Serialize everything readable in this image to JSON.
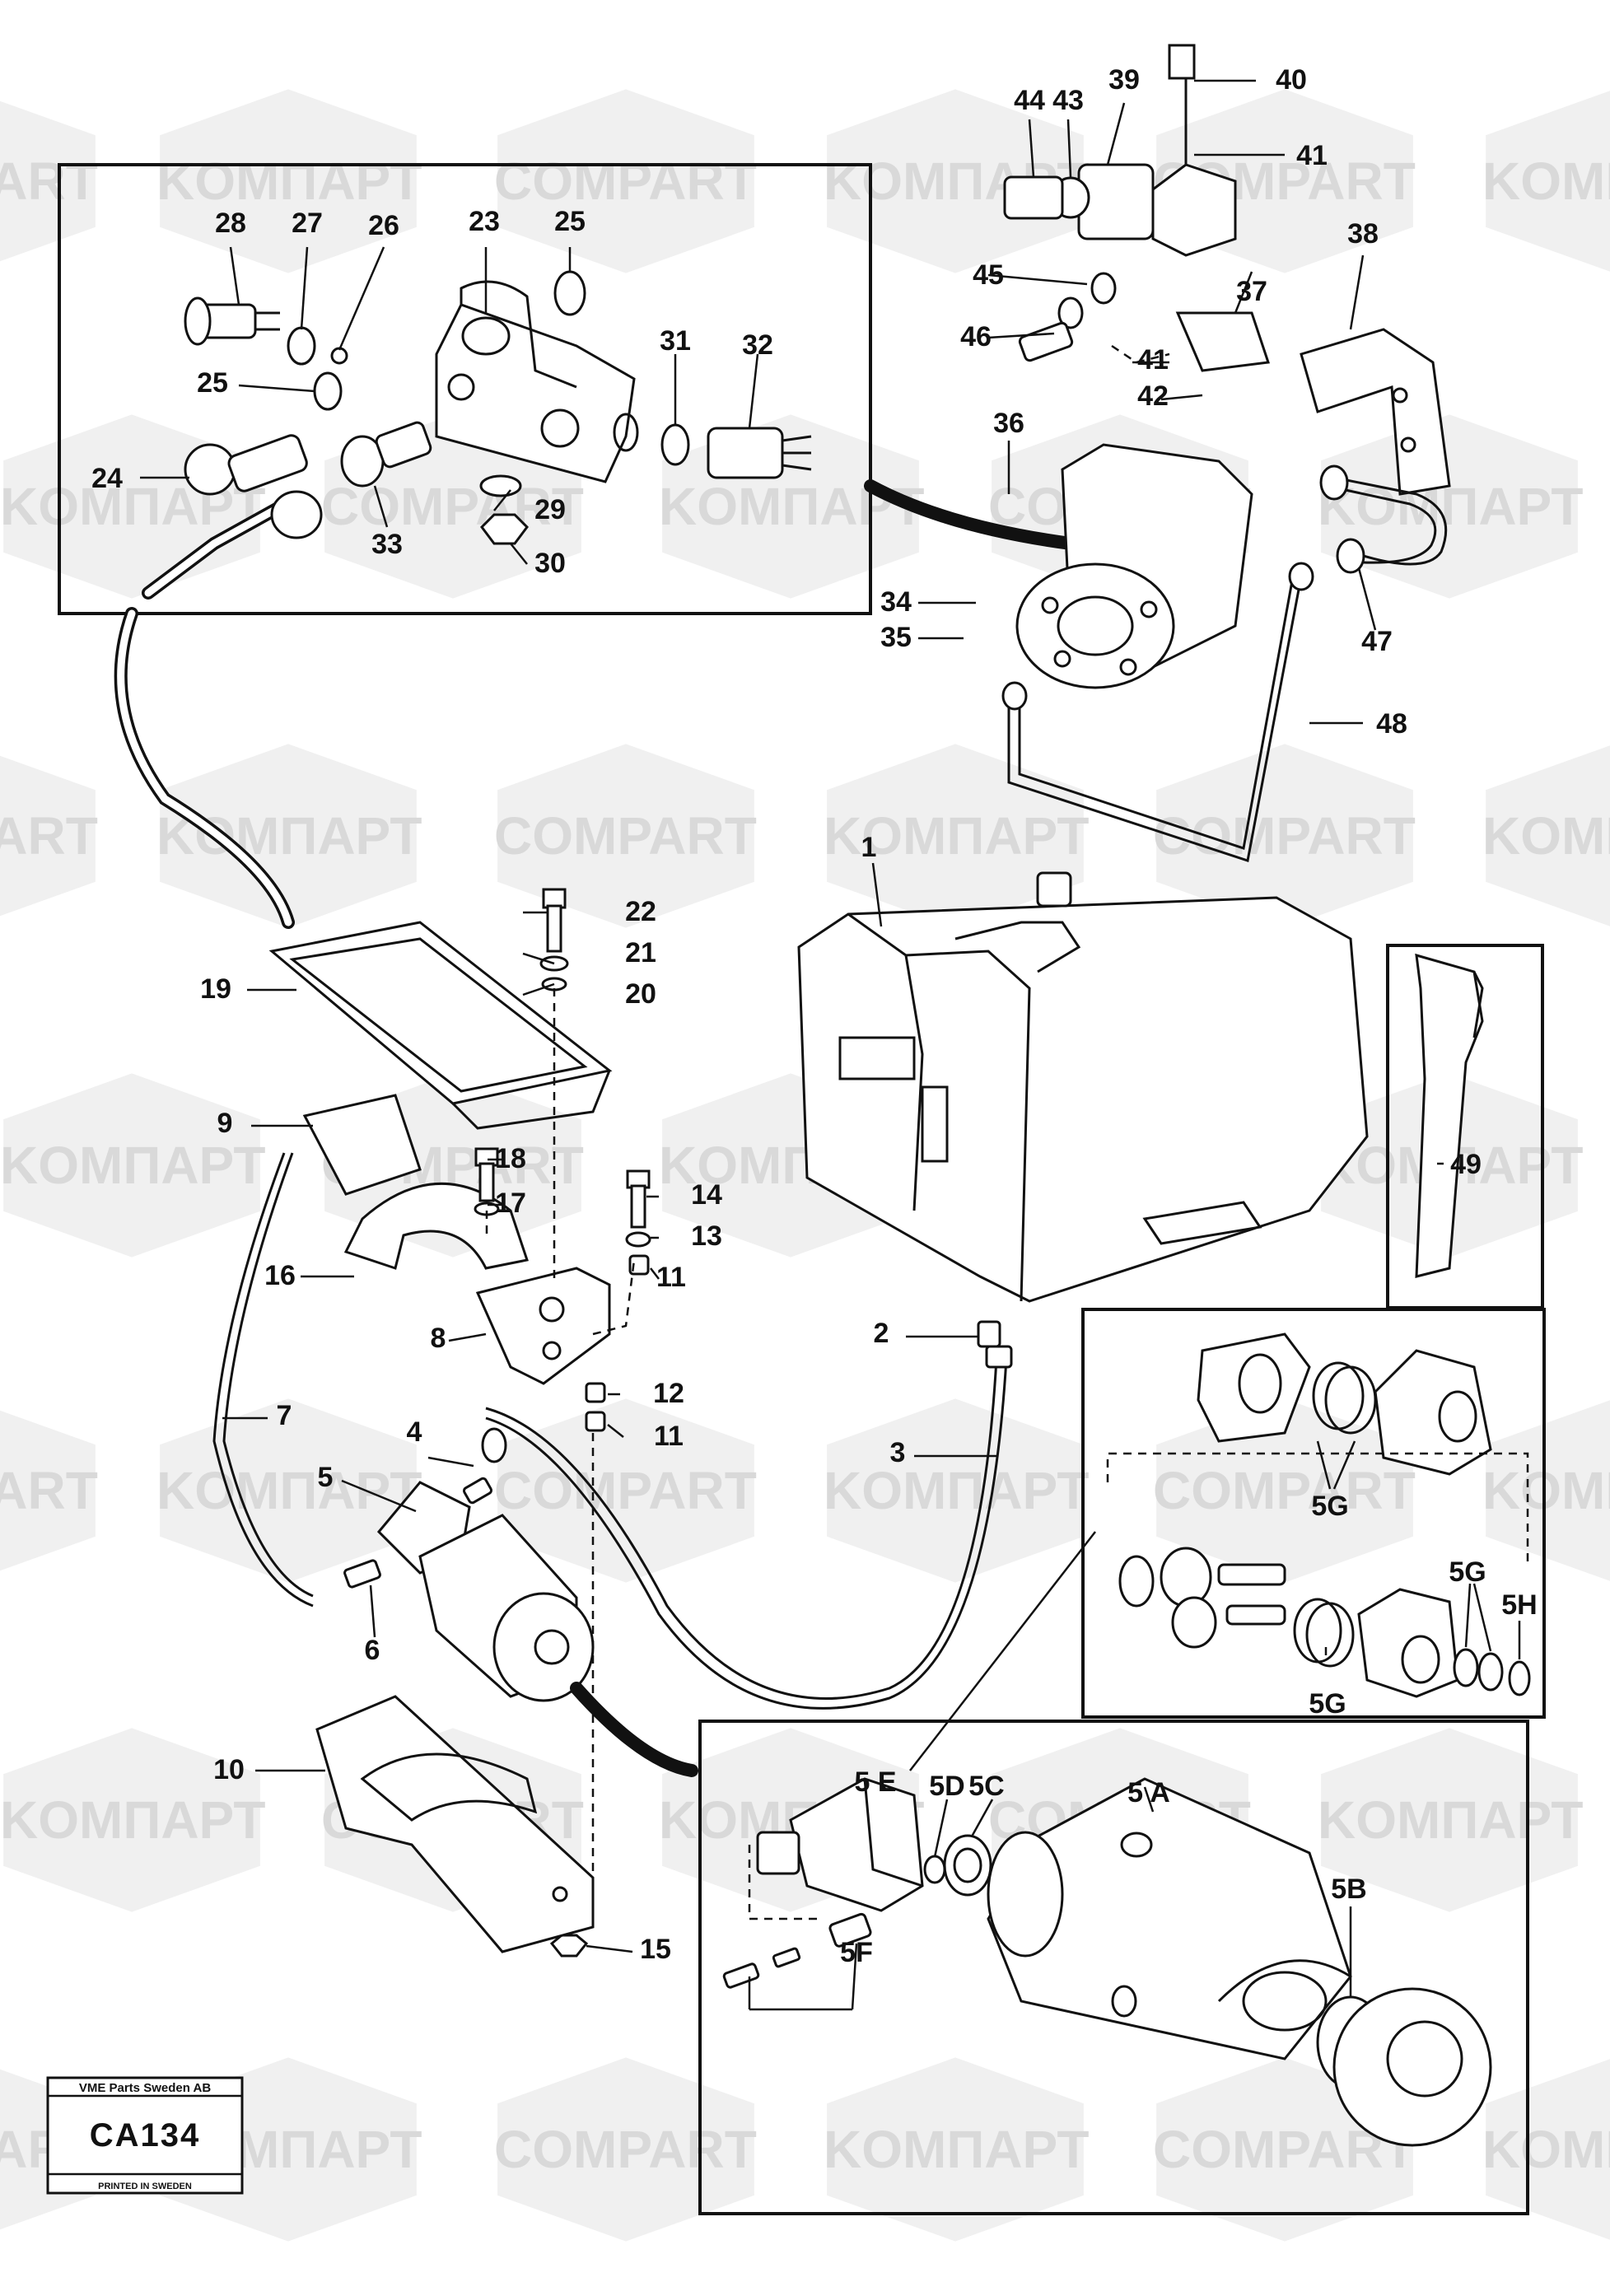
{
  "watermarks": [
    "COMPART",
    "KOMПАРТ"
  ],
  "stamp": {
    "company": "VME Parts Sweden AB",
    "code": "CA134",
    "printed": "PRINTED IN SWEDEN"
  },
  "callouts": [
    {
      "id": "c1",
      "text": "1"
    },
    {
      "id": "c2",
      "text": "2"
    },
    {
      "id": "c3",
      "text": "3"
    },
    {
      "id": "c4",
      "text": "4"
    },
    {
      "id": "c5",
      "text": "5"
    },
    {
      "id": "c6",
      "text": "6"
    },
    {
      "id": "c7",
      "text": "7"
    },
    {
      "id": "c8",
      "text": "8"
    },
    {
      "id": "c9",
      "text": "9"
    },
    {
      "id": "c10",
      "text": "10"
    },
    {
      "id": "c11a",
      "text": "11"
    },
    {
      "id": "c11b",
      "text": "11"
    },
    {
      "id": "c12",
      "text": "12"
    },
    {
      "id": "c13",
      "text": "13"
    },
    {
      "id": "c14",
      "text": "14"
    },
    {
      "id": "c15",
      "text": "15"
    },
    {
      "id": "c16",
      "text": "16"
    },
    {
      "id": "c17",
      "text": "17"
    },
    {
      "id": "c18",
      "text": "18"
    },
    {
      "id": "c19",
      "text": "19"
    },
    {
      "id": "c20",
      "text": "20"
    },
    {
      "id": "c21",
      "text": "21"
    },
    {
      "id": "c22",
      "text": "22"
    },
    {
      "id": "c23",
      "text": "23"
    },
    {
      "id": "c24",
      "text": "24"
    },
    {
      "id": "c25a",
      "text": "25"
    },
    {
      "id": "c25b",
      "text": "25"
    },
    {
      "id": "c26",
      "text": "26"
    },
    {
      "id": "c27",
      "text": "27"
    },
    {
      "id": "c28",
      "text": "28"
    },
    {
      "id": "c29",
      "text": "29"
    },
    {
      "id": "c30",
      "text": "30"
    },
    {
      "id": "c31",
      "text": "31"
    },
    {
      "id": "c32",
      "text": "32"
    },
    {
      "id": "c33",
      "text": "33"
    },
    {
      "id": "c34",
      "text": "34"
    },
    {
      "id": "c35",
      "text": "35"
    },
    {
      "id": "c36",
      "text": "36"
    },
    {
      "id": "c37",
      "text": "37"
    },
    {
      "id": "c38",
      "text": "38"
    },
    {
      "id": "c39",
      "text": "39"
    },
    {
      "id": "c40",
      "text": "40"
    },
    {
      "id": "c41a",
      "text": "41"
    },
    {
      "id": "c41b",
      "text": "41"
    },
    {
      "id": "c42",
      "text": "42"
    },
    {
      "id": "c43",
      "text": "43"
    },
    {
      "id": "c44",
      "text": "44"
    },
    {
      "id": "c45",
      "text": "45"
    },
    {
      "id": "c46",
      "text": "46"
    },
    {
      "id": "c47",
      "text": "47"
    },
    {
      "id": "c48",
      "text": "48"
    },
    {
      "id": "c49",
      "text": "49"
    },
    {
      "id": "c5A",
      "text": "5 A"
    },
    {
      "id": "c5B",
      "text": "5B"
    },
    {
      "id": "c5C",
      "text": "5C"
    },
    {
      "id": "c5D",
      "text": "5D"
    },
    {
      "id": "c5E",
      "text": "5 E"
    },
    {
      "id": "c5F",
      "text": "5F"
    },
    {
      "id": "c5Ga",
      "text": "5G"
    },
    {
      "id": "c5Gb",
      "text": "5G"
    },
    {
      "id": "c5Gc",
      "text": "5G"
    },
    {
      "id": "c5H",
      "text": "5H"
    }
  ]
}
